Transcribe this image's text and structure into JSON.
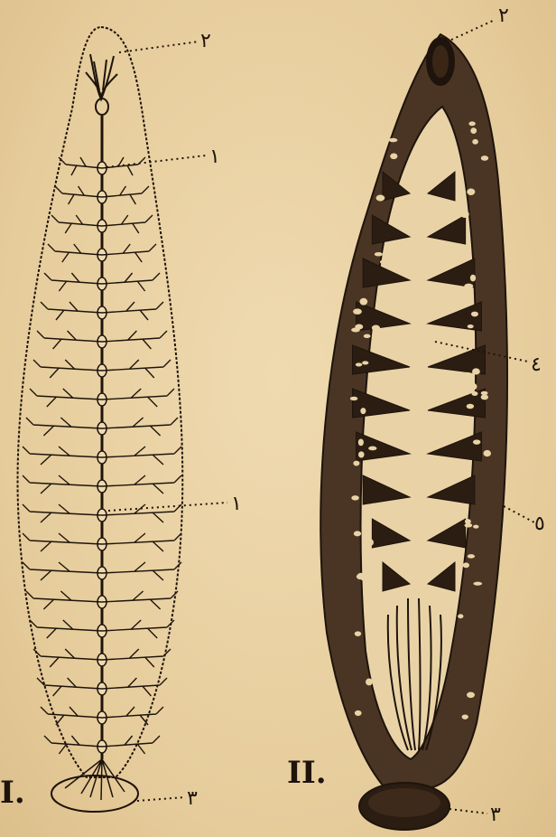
{
  "figures": [
    {
      "label": "I.",
      "callouts": [
        "١",
        "٢",
        "١",
        "٣"
      ]
    },
    {
      "label": "II.",
      "callouts": [
        "٢",
        "٤",
        "٥",
        "٣"
      ]
    }
  ],
  "colors": {
    "paper": "#ead3a6",
    "ink": "#1e140c"
  }
}
